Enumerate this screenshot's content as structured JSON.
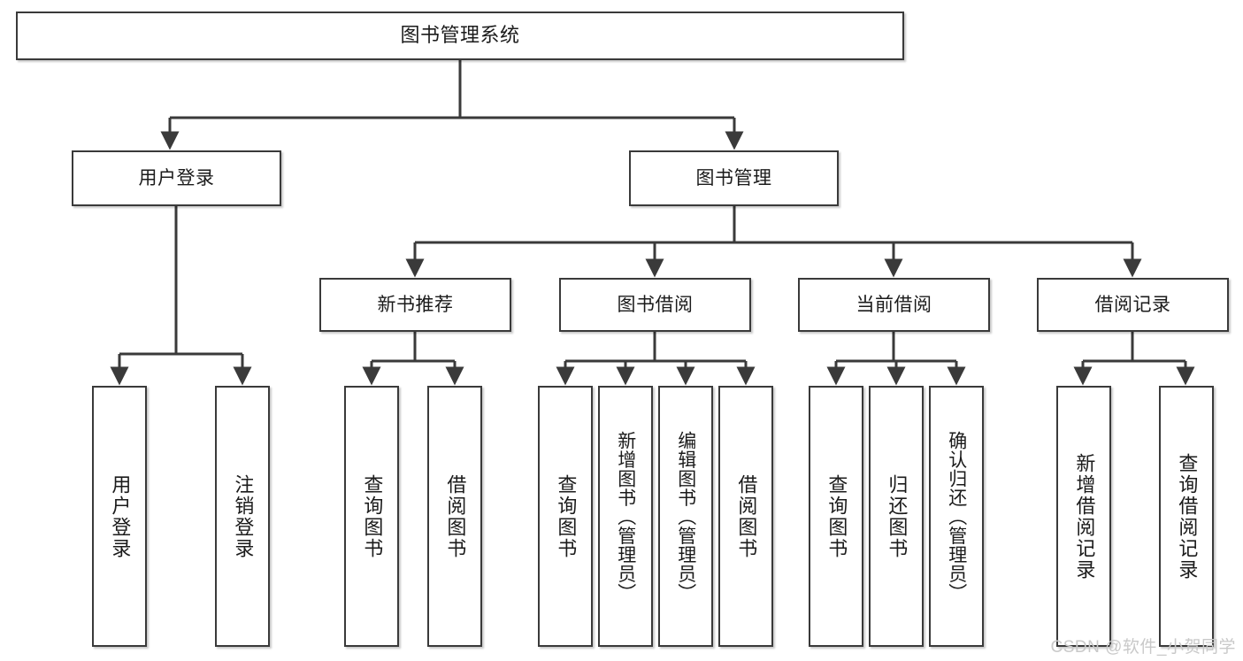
{
  "diagram": {
    "title": "图书管理系统",
    "watermark": "CSDN @软件_小贺同学",
    "colors": {
      "box_border": "#3a3a3a",
      "box_fill": "#ffffff",
      "edge": "#3a3a3a",
      "text": "#1b1b1b",
      "watermark": "#c9c9c9"
    },
    "nodes": {
      "root": "图书管理系统",
      "level2": [
        "用户登录",
        "图书管理"
      ],
      "level3": [
        "新书推荐",
        "图书借阅",
        "当前借阅",
        "借阅记录"
      ],
      "leaves": {
        "user_login": [
          "用户登录",
          "注销登录"
        ],
        "new_book_recommend": [
          "查询图书",
          "借阅图书"
        ],
        "book_borrow": [
          "查询图书",
          "新增图书（管理员）",
          "编辑图书（管理员）",
          "借阅图书"
        ],
        "current_borrow": [
          "查询图书",
          "归还图书",
          "确认归还（管理员）"
        ],
        "borrow_record": [
          "新增借阅记录",
          "查询借阅记录"
        ]
      }
    }
  }
}
